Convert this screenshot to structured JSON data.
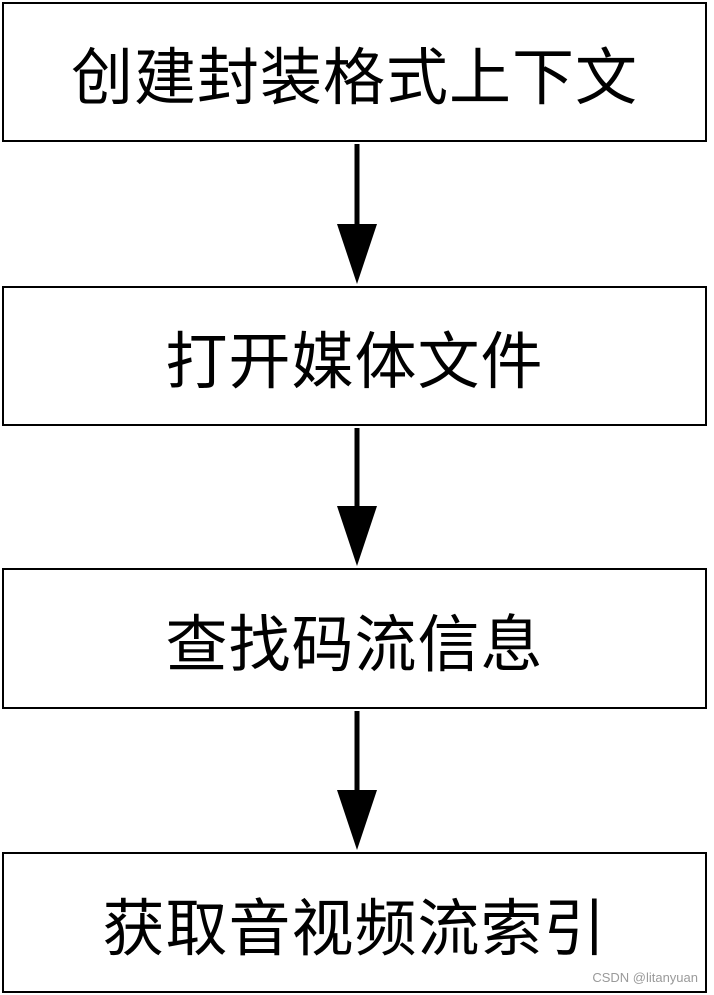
{
  "flowchart": {
    "steps": [
      {
        "label": "创建封装格式上下文"
      },
      {
        "label": "打开媒体文件"
      },
      {
        "label": "查找码流信息"
      },
      {
        "label": "获取音视频流索引"
      }
    ]
  },
  "watermark": "CSDN @litanyuan",
  "colors": {
    "stroke": "#000000",
    "background": "#ffffff",
    "watermark": "#9a9a9a"
  }
}
